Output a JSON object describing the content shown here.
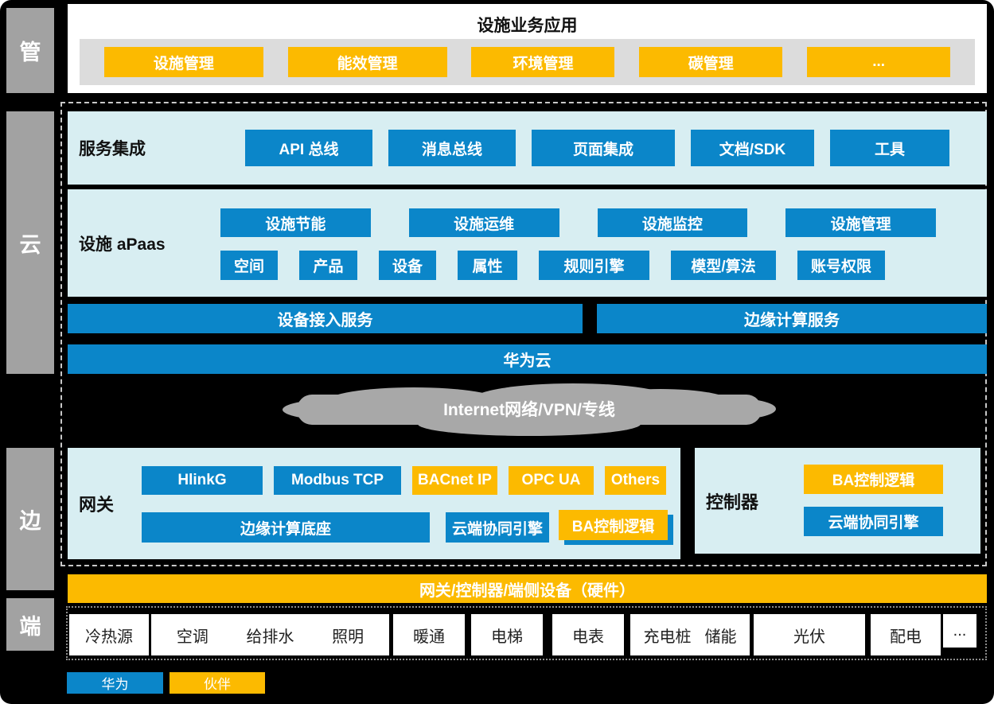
{
  "rail": {
    "manage": "管",
    "cloud": "云",
    "edge": "边",
    "device": "端"
  },
  "business": {
    "title": "设施业务应用",
    "apps": [
      "设施管理",
      "能效管理",
      "环境管理",
      "碳管理",
      "..."
    ]
  },
  "integration": {
    "label": "服务集成",
    "items": [
      "API 总线",
      "消息总线",
      "页面集成",
      "文档/SDK",
      "工具"
    ]
  },
  "apaas": {
    "label": "设施 aPaas",
    "row1": [
      "设施节能",
      "设施运维",
      "设施监控",
      "设施管理"
    ],
    "row2": [
      "空间",
      "产品",
      "设备",
      "属性",
      "规则引擎",
      "模型/算法",
      "账号权限"
    ]
  },
  "bars": {
    "device_access": "设备接入服务",
    "edge_service": "边缘计算服务",
    "huawei_cloud": "华为云"
  },
  "network": {
    "label": "Internet网络/VPN/专线"
  },
  "gateway": {
    "label": "网关",
    "row1": [
      "HlinkG",
      "Modbus TCP",
      "BACnet IP",
      "OPC UA",
      "Others"
    ],
    "row2": [
      "边缘计算底座",
      "云端协同引擎",
      "BA控制逻辑"
    ]
  },
  "controller": {
    "label": "控制器",
    "items": [
      "BA控制逻辑",
      "云端协同引擎"
    ]
  },
  "hardware": {
    "label": "网关/控制器/端侧设备（硬件）"
  },
  "terminals": [
    [
      "冷热源"
    ],
    [
      "空调",
      "给排水",
      "照明"
    ],
    [
      "暖通"
    ],
    [
      "电梯"
    ],
    [
      "电表"
    ],
    [
      "充电桩",
      "储能"
    ],
    [
      "光伏"
    ],
    [
      "配电"
    ],
    [
      "..."
    ]
  ],
  "legend": {
    "huawei": "华为",
    "partner": "伙伴"
  },
  "colors": {
    "huawei_blue": "#0b86c9",
    "partner_yellow": "#fcba00",
    "panel_light_blue": "#d8eef2",
    "rail_gray": "#a2a2a2",
    "network_gray": "#a8a8a8"
  }
}
